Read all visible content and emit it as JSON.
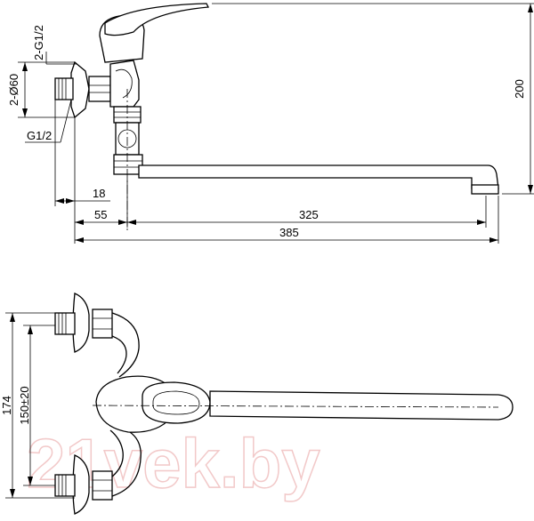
{
  "top_view": {
    "labels": {
      "thread_pair": "2-G1/2",
      "flange_diameter": "2-Ø60",
      "inlet_thread": "G1/2",
      "height": "200",
      "offset_18": "18",
      "offset_55": "55",
      "spout_reach": "325",
      "total_length": "385"
    }
  },
  "bottom_view": {
    "labels": {
      "outer_distance": "174",
      "center_distance": "150±20"
    }
  },
  "watermark": "21vek.by"
}
